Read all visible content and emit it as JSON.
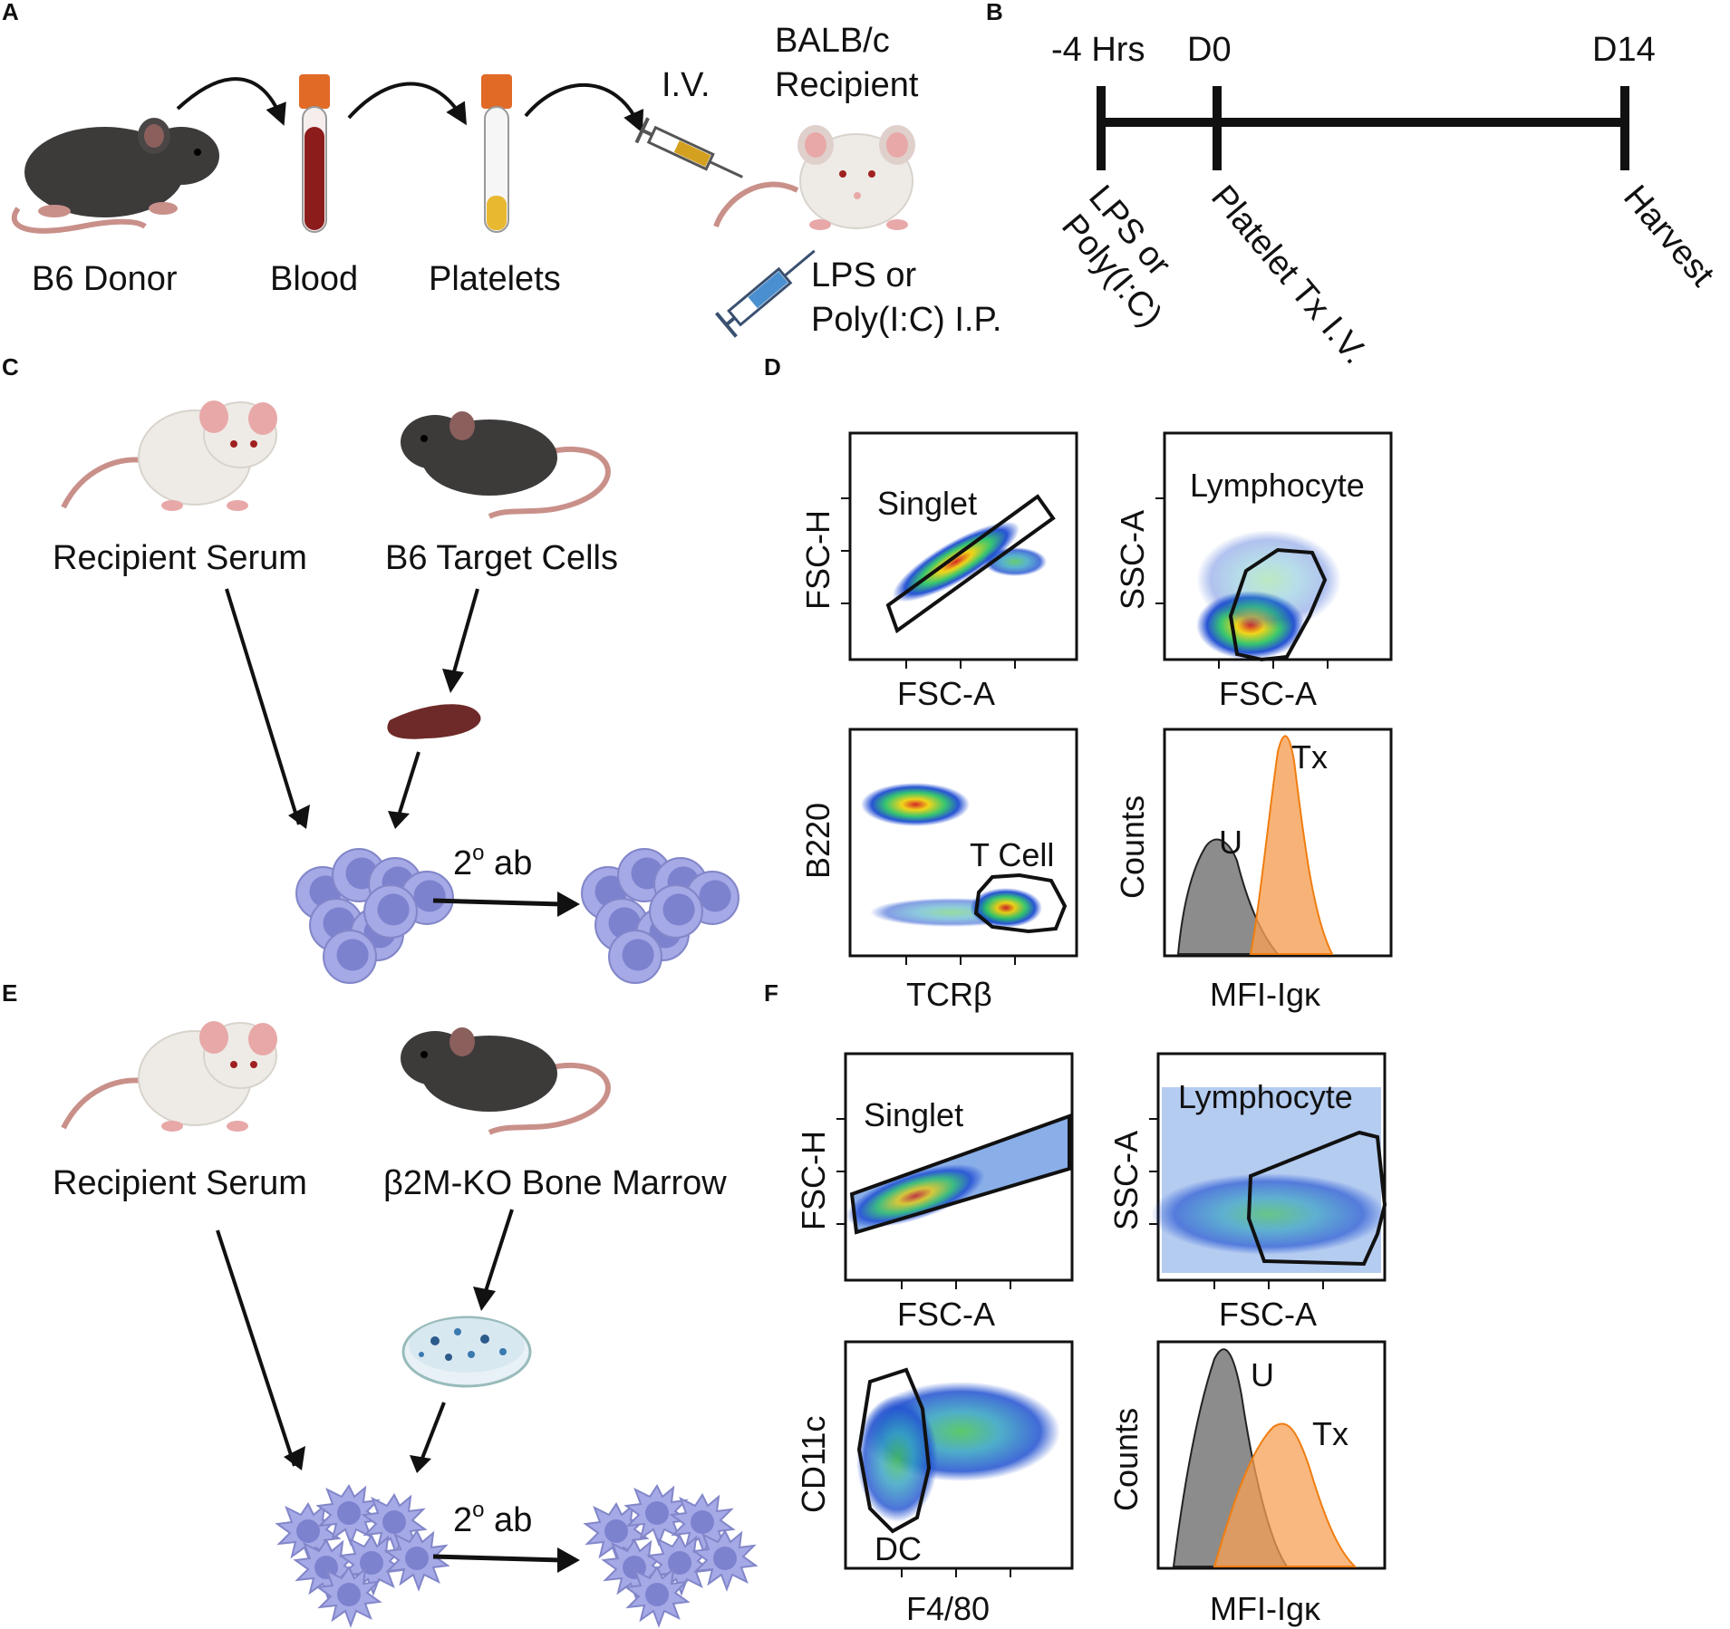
{
  "panels": {
    "A": {
      "letter": "A",
      "donor": "B6 Donor",
      "blood": "Blood",
      "platelets": "Platelets",
      "iv": "I.V.",
      "recipient_line1": "BALB/c",
      "recipient_line2": "Recipient",
      "injection_line1": "LPS or",
      "injection_line2": "Poly(I:C) I.P."
    },
    "B": {
      "letter": "B",
      "time_start": "-4 Hrs",
      "time_d0": "D0",
      "time_end": "D14",
      "event_start_line1": "LPS or",
      "event_start_line2": "Poly(I:C)",
      "event_d0": "Platelet Tx I.V.",
      "event_end": "Harvest"
    },
    "C": {
      "letter": "C",
      "serum": "Recipient Serum",
      "target": "B6 Target Cells",
      "secondary": "2",
      "secondary_sup": "o",
      "secondary_suffix": " ab"
    },
    "D": {
      "letter": "D",
      "plot1": {
        "ylabel": "FSC-H",
        "xlabel": "FSC-A",
        "gate": "Singlet"
      },
      "plot2": {
        "ylabel": "SSC-A",
        "xlabel": "FSC-A",
        "gate": "Lymphocyte"
      },
      "plot3": {
        "ylabel": "B220",
        "xlabel": "TCRβ",
        "gate": "T Cell"
      },
      "plot4": {
        "ylabel": "Counts",
        "xlabel": "MFI-Igκ",
        "series_u": "U",
        "series_tx": "Tx"
      }
    },
    "E": {
      "letter": "E",
      "serum": "Recipient Serum",
      "target": "β2M-KO Bone Marrow",
      "secondary": "2",
      "secondary_sup": "o",
      "secondary_suffix": " ab"
    },
    "F": {
      "letter": "F",
      "plot1": {
        "ylabel": "FSC-H",
        "xlabel": "FSC-A",
        "gate": "Singlet"
      },
      "plot2": {
        "ylabel": "SSC-A",
        "xlabel": "FSC-A",
        "gate": "Lymphocyte"
      },
      "plot3": {
        "ylabel": "CD11c",
        "xlabel": "F4/80",
        "gate": "DC"
      },
      "plot4": {
        "ylabel": "Counts",
        "xlabel": "MFI-Igκ",
        "series_u": "U",
        "series_tx": "Tx"
      }
    }
  },
  "colors": {
    "black_mouse": "#3d3a3a",
    "white_mouse": "#eeebe6",
    "tail": "#c9908a",
    "blood": "#8c1c1c",
    "platelet": "#e8b830",
    "cap": "#e06a26",
    "cell": "#9b9fdb",
    "histogram_u": "#8c8c8c",
    "histogram_tx": "#f5a055",
    "histogram_tx_line": "#f07d10"
  }
}
